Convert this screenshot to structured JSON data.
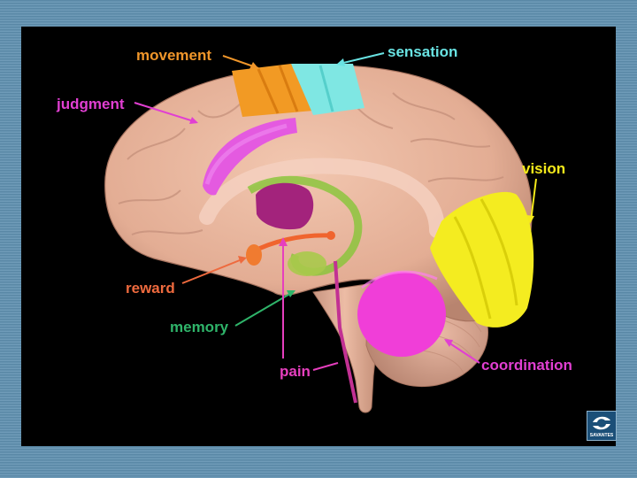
{
  "labels": {
    "movement": {
      "text": "movement",
      "color": "#f0962a"
    },
    "sensation": {
      "text": "sensation",
      "color": "#69e3e3"
    },
    "judgment": {
      "text": "judgment",
      "color": "#e13fd2"
    },
    "vision": {
      "text": "vision",
      "color": "#f5ea1a"
    },
    "reward": {
      "text": "reward",
      "color": "#ee6a3e"
    },
    "memory": {
      "text": "memory",
      "color": "#2fb46a"
    },
    "pain": {
      "text": "pain",
      "color": "#e63fbe"
    },
    "coordination": {
      "text": "coordination",
      "color": "#e13fd2"
    }
  },
  "logo": {
    "text": "SAVANTES"
  },
  "colors": {
    "background": "#5f90b0",
    "brain": "#e8b59d",
    "brain_shadow": "#c48e78"
  }
}
